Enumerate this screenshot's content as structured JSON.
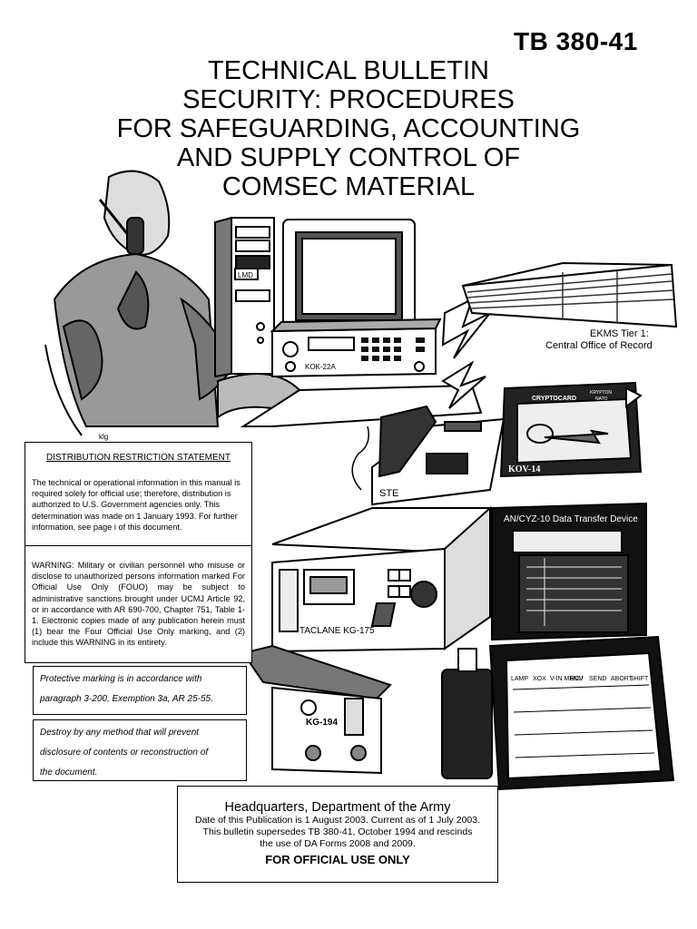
{
  "header": {
    "doc_number": "TB 380-41",
    "title_lines": [
      "TECHNICAL BULLETIN",
      "SECURITY: PROCEDURES",
      "FOR SAFEGUARDING, ACCOUNTING",
      "AND SUPPLY CONTROL OF",
      "COMSEC MATERIAL"
    ]
  },
  "illustration": {
    "artist_mark": "klg",
    "computer_labels": [
      "LMD",
      "KOK-22A"
    ],
    "phone_label": "STE",
    "tier_label_1": "EKMS Tier 1:",
    "tier_label_2": "Central Office of Record",
    "card_title": "CRYPTOCARD",
    "card_tag_1": "KRYPTON",
    "card_tag_2": "NATO",
    "card_device": "KOV-14",
    "taclane_label": "TACLANE  KG-175",
    "kg194_label": "KG-194",
    "dtd_title": "AN/CYZ-10 Data Transfer Device",
    "dtd_keys": [
      "LAMP",
      "XOX",
      "V-IN MENU",
      "RCV",
      "SEND",
      "ABORT",
      "SHIFT"
    ]
  },
  "distribution": {
    "heading": "DISTRIBUTION RESTRICTION STATEMENT",
    "statement": "The technical or operational information in this manual is required solely for official use; therefore, distribution is authorized to U.S. Government agencies only.  This determination was made on 1 January 1993.  For further information, see page i of this document.",
    "warning": "WARNING:  Military or civilian personnel who misuse or disclose to unauthorized persons information marked For Official Use Only (FOUO) may be subject to administrative sanctions brought under UCMJ Article 92, or in accordance with AR 690-700, Chapter 751, Table 1-1.  Electronic copies made of any publication herein must (1) bear the Four Official Use Only marking, and (2) include this WARNING in its entirety."
  },
  "protective_marking": {
    "line1": "Protective marking is in accordance with",
    "line2": "paragraph 3-200, Exemption 3a, AR 25-55."
  },
  "destroy_note": {
    "line1": "Destroy by any method that will prevent",
    "line2": "disclosure of contents or reconstruction of",
    "line3": "the document."
  },
  "hq": {
    "org": "Headquarters, Department of the Army",
    "line1": "Date of this Publication is 1 August 2003.  Current as of 1 July 2003.",
    "line2": "This bulletin supersedes TB 380-41, October 1994 and rescinds",
    "line3": "the use of DA Forms 2008 and 2009.",
    "fouo": "FOR OFFICIAL USE ONLY"
  }
}
